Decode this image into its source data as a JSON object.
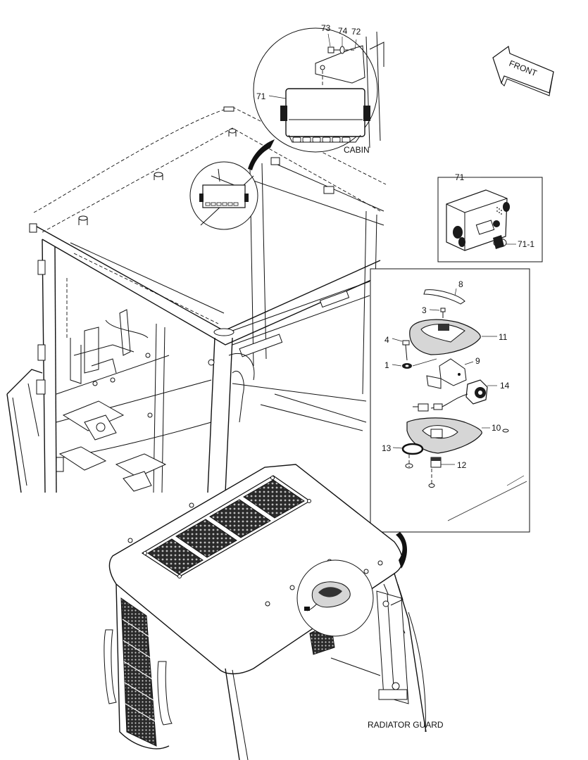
{
  "labels": {
    "front": "FRONT",
    "cabin": "CABIN",
    "radiator_guard": "RADIATOR GUARD",
    "p73": "73",
    "p74": "74",
    "p72": "72",
    "p71_detail": "71",
    "p71_box": "71",
    "p71_1": "71-1",
    "p8": "8",
    "p3": "3",
    "p11": "11",
    "p4": "4",
    "p9": "9",
    "p1": "1",
    "p14": "14",
    "p10": "10",
    "p13": "13",
    "p12": "12"
  }
}
